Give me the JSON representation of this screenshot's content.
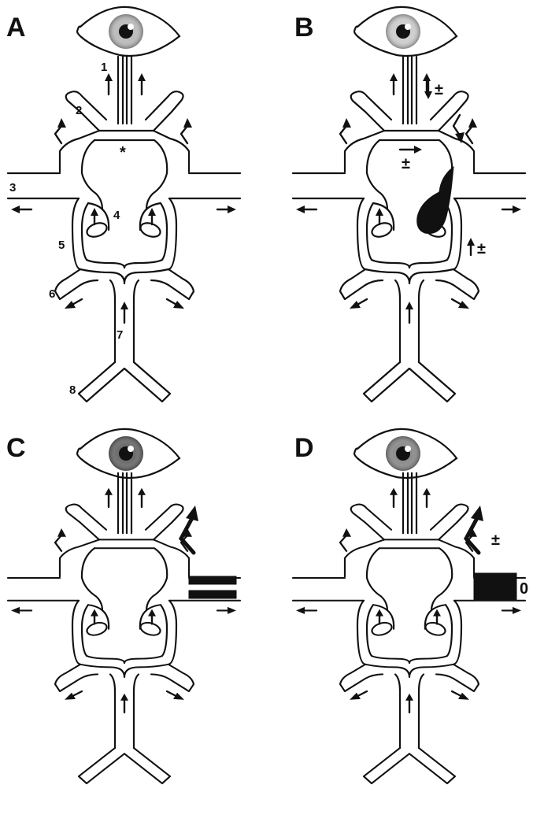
{
  "panels": [
    {
      "letter": "A",
      "iris": "#bdbdbd",
      "labels": [
        "1",
        "2",
        "3",
        "4",
        "5",
        "6",
        "7",
        "8"
      ],
      "star": "*",
      "symbols": []
    },
    {
      "letter": "B",
      "iris": "#cfcfcf",
      "labels": [],
      "star": "",
      "symbols": [
        "±",
        "±",
        "±"
      ]
    },
    {
      "letter": "C",
      "iris": "#6e6e6e",
      "labels": [],
      "star": "",
      "symbols": []
    },
    {
      "letter": "D",
      "iris": "#8e8e8e",
      "labels": [],
      "star": "",
      "symbols": [
        "±",
        "0"
      ]
    }
  ]
}
